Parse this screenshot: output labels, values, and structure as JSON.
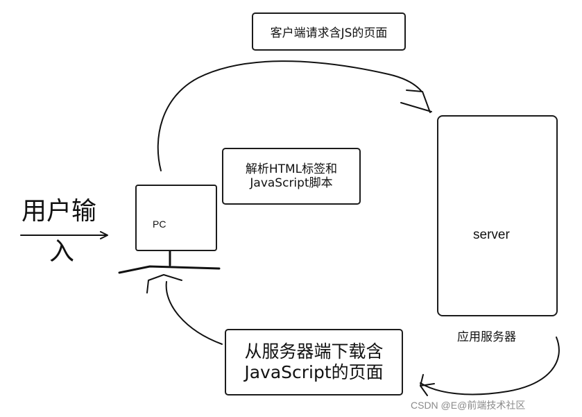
{
  "labels": {
    "client_request": "客户端请求含JS的页面",
    "parse_html_line1": "解析HTML标签和",
    "parse_html_line2": "JavaScript脚本",
    "user_input_line1": "用户输",
    "user_input_line2": "入",
    "pc": "PC",
    "server": "server",
    "app_server": "应用服务器",
    "download_line1": "从服务器端下载含",
    "download_line2": "JavaScript的页面",
    "watermark": "CSDN @E@前端技术社区"
  }
}
